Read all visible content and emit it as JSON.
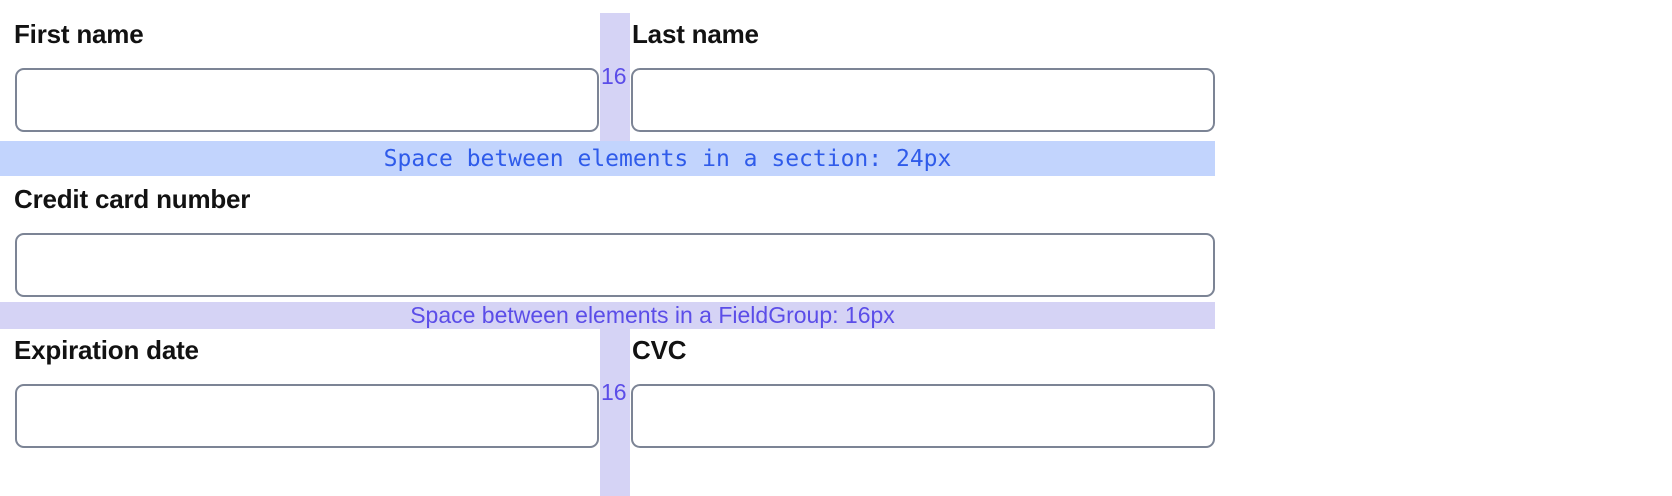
{
  "form": {
    "rows": [
      {
        "name": "name-row",
        "fields": [
          {
            "label": "First name",
            "value": "",
            "placeholder": ""
          },
          {
            "label": "Last name",
            "value": "",
            "placeholder": ""
          }
        ],
        "gap_label": "16"
      },
      {
        "name": "credit-card-row",
        "fields": [
          {
            "label": "Credit card number",
            "value": "",
            "placeholder": ""
          }
        ]
      },
      {
        "name": "expiry-cvc-row",
        "fields": [
          {
            "label": "Expiration date",
            "value": "",
            "placeholder": ""
          },
          {
            "label": "CVC",
            "value": "",
            "placeholder": ""
          }
        ],
        "gap_label": "16"
      }
    ]
  },
  "annotations": {
    "section_band": {
      "text": "Space between elements in a section: 24px",
      "value": "24px",
      "background": "#c2d4fd",
      "color": "#2f5bea"
    },
    "fieldgroup_band": {
      "text": "Space between elements in a FieldGroup: 16px",
      "value": "16px",
      "background": "#d5d3f5",
      "color": "#5b4de8"
    },
    "column_gap": {
      "value": "16",
      "background": "#d5d3f5",
      "color": "#5b4de8"
    }
  },
  "theme": {
    "page_background": "#ffffff",
    "input_border": "#7c8495",
    "label_color": "#121212"
  }
}
